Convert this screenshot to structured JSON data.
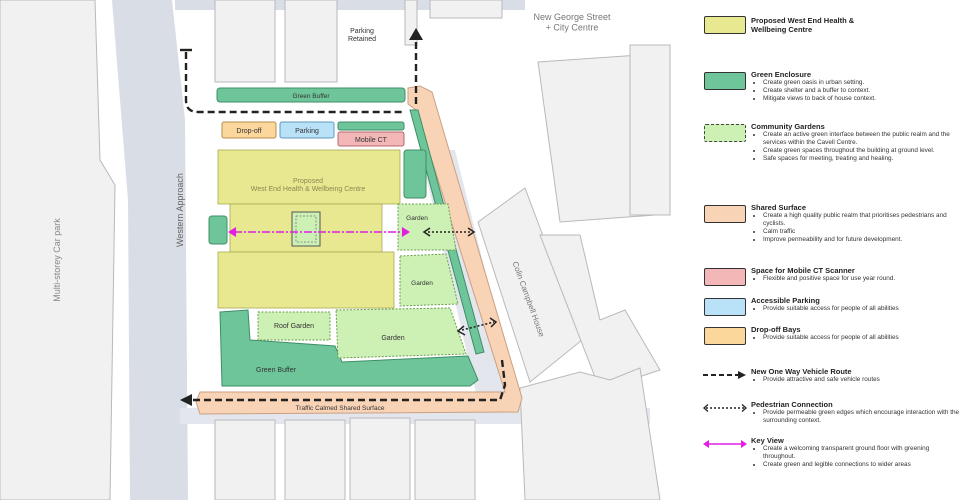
{
  "map": {
    "labels": {
      "parking_retained": "Parking\nRetained",
      "new_george_street": "New George Street\n+ City Centre",
      "green_buffer_top": "Green Buffer",
      "drop_off": "Drop-off",
      "parking": "Parking",
      "mobile_ct": "Mobile CT",
      "proposed": "Proposed\nWest End Health & Wellbeing Centre",
      "garden_1": "Garden",
      "garden_2": "Garden",
      "garden_3": "Garden",
      "roof_garden": "Roof Garden",
      "green_buffer_bottom": "Green Buffer",
      "traffic_calmed": "Traffic Calmed Shared Surface",
      "western_approach": "Western Approach",
      "multi_storey": "Multi-storey Car park",
      "colin_campbell": "Colin Campbell House"
    },
    "colors": {
      "building": "#f1f1f2",
      "road": "#d9dde6",
      "yellow": "#e7e88f",
      "green_enclosure": "#6fc59a",
      "community": "#cdf0b5",
      "shared": "#f9d3b5",
      "mobile_ct": "#f3b7b7",
      "parking": "#b9e1f7",
      "dropoff": "#fbd79c",
      "key_view": "#e21ee3"
    }
  },
  "legend": [
    {
      "key": "proposed",
      "title": "Proposed West End Health & Wellbeing Centre",
      "swatch": "#e7e88f",
      "bullets": []
    },
    {
      "key": "green-enclosure",
      "title": "Green Enclosure",
      "swatch": "#6fc59a",
      "bullets": [
        "Create green oasis in urban setting.",
        "Create shelter and a buffer to context.",
        "Mitigate views to back of house context."
      ]
    },
    {
      "key": "community-gardens",
      "title": "Community Gardens",
      "swatch": "#cdf0b5",
      "dashed": true,
      "bullets": [
        "Create an active green interface between the public realm and the services within the Cavell Centre.",
        "Create green spaces throughout the building at ground level.",
        "Safe spaces for meeting, treating and healing."
      ]
    },
    {
      "key": "shared-surface",
      "title": "Shared Surface",
      "swatch": "#f9d3b5",
      "bullets": [
        "Create a high quality public realm that prioritises pedestrians and cyclists.",
        "Calm traffic",
        "Improve permeability and for future development."
      ]
    },
    {
      "key": "mobile-ct",
      "title": "Space for Mobile CT Scanner",
      "swatch": "#f3b7b7",
      "bullets": [
        "Flexible and positive space for use year round."
      ]
    },
    {
      "key": "accessible-parking",
      "title": "Accessible Parking",
      "swatch": "#b9e1f7",
      "bullets": [
        "Provide suitable access for people of all abilities"
      ]
    },
    {
      "key": "drop-off-bays",
      "title": "Drop-off Bays",
      "swatch": "#fbd79c",
      "bullets": [
        "Provide suitable access for people of all abilities"
      ]
    },
    {
      "key": "vehicle-route",
      "title": "New One Way Vehicle Route",
      "line": "vehicle",
      "bullets": [
        "Provide attractive and safe vehicle routes"
      ]
    },
    {
      "key": "pedestrian",
      "title": "Pedestrian Connection",
      "line": "pedestrian",
      "bullets": [
        "Provide permeable green edges which encourage interaction with the surrounding context."
      ]
    },
    {
      "key": "key-view",
      "title": "Key View",
      "line": "keyview",
      "bullets": [
        "Create a welcoming transparent ground floor with greening throughout.",
        "Create green and legible connections to wider areas"
      ]
    }
  ]
}
